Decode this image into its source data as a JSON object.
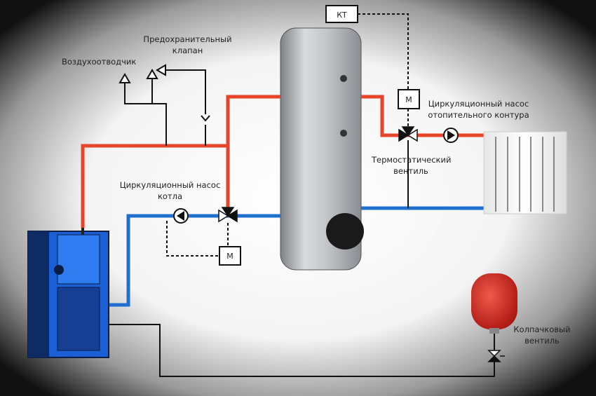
{
  "labels": {
    "safety_valve": [
      "Предохранительный",
      "клапан"
    ],
    "air_vent": "Воздухоотводчик",
    "kt": "КТ",
    "motor_top": "М",
    "motor_bottom": "М",
    "heating_pump": [
      "Циркуляционный насос",
      "отопительного контура"
    ],
    "thermostatic_valve": [
      "Термостатический",
      "вентиль"
    ],
    "boiler_pump": [
      "Циркуляционный насос",
      "котла"
    ],
    "cap_valve": [
      "Колпачковый",
      "вентиль"
    ]
  },
  "colors": {
    "supply": "#e8442a",
    "return": "#1f6fd1",
    "boiler": "#1b5fd6",
    "expansion_tank": "#d62b23",
    "line": "#111111"
  }
}
